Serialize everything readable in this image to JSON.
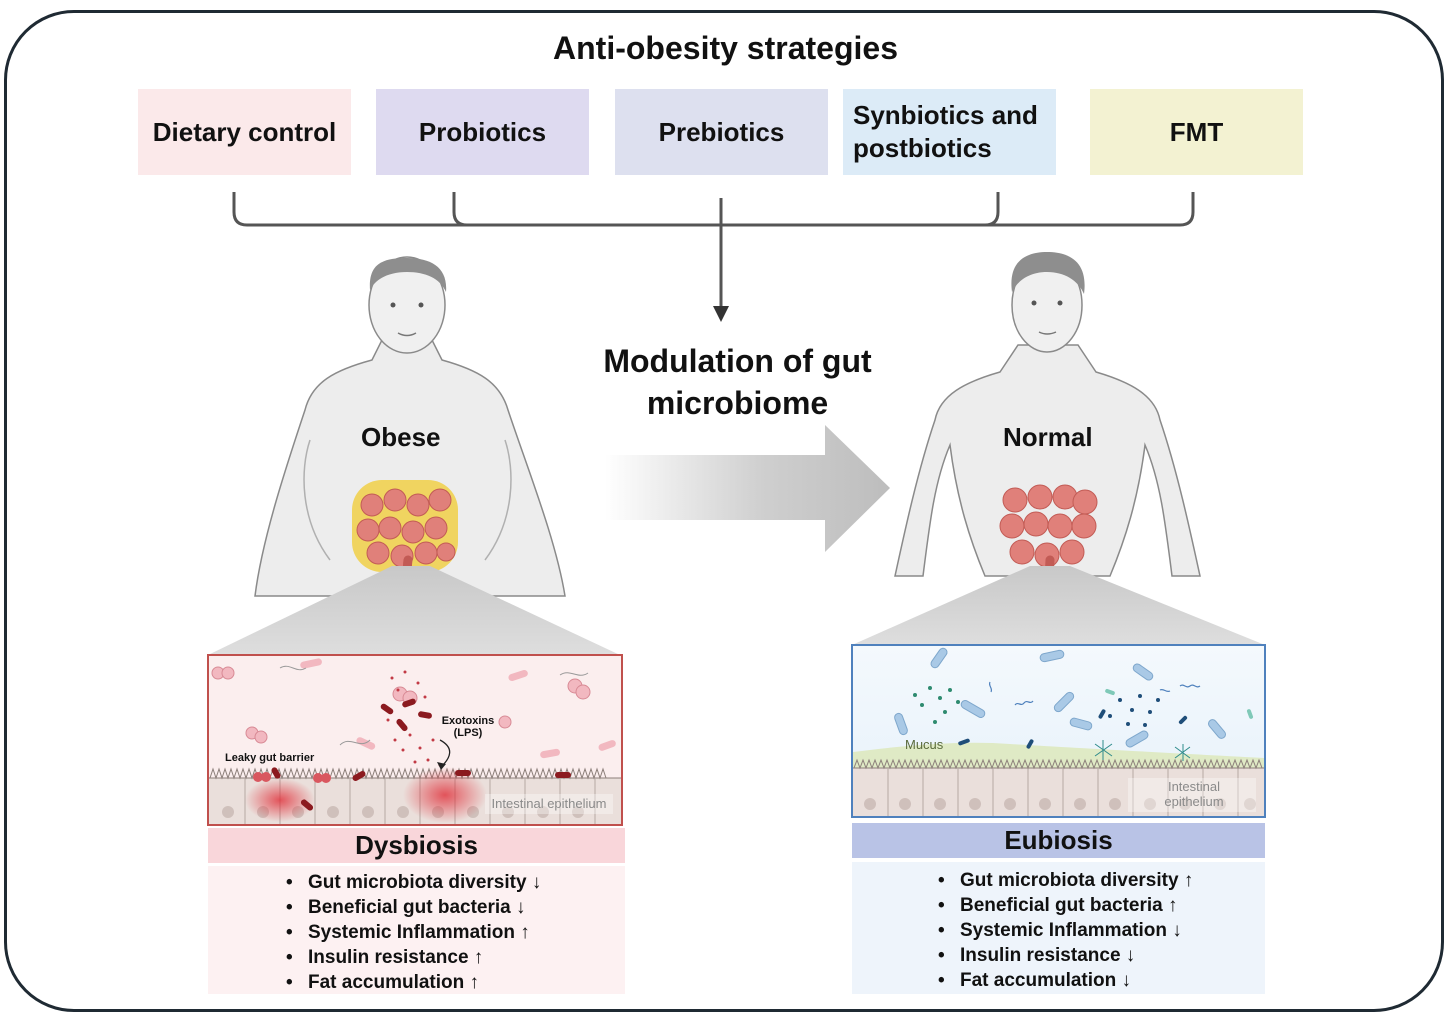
{
  "title": "Anti-obesity strategies",
  "strategies": [
    {
      "label": "Dietary control",
      "color": "#fbe9ea"
    },
    {
      "label": "Probiotics",
      "color": "#dedaf0"
    },
    {
      "label": "Prebiotics",
      "color": "#dde0ef"
    },
    {
      "label": "Synbiotics and postbiotics",
      "color": "#dcebf7"
    },
    {
      "label": "FMT",
      "color": "#f3f2d2"
    }
  ],
  "center_label": "Modulation of gut microbiome",
  "obese": {
    "label": "Obese",
    "inset_labels": {
      "leaky": "Leaky gut barrier",
      "exotoxins": "Exotoxins (LPS)",
      "epithelium": "Intestinal epithelium"
    },
    "state": "Dysbiosis",
    "effects": [
      "Gut microbiota  diversity ↓",
      "Beneficial  gut bacteria ↓",
      "Systemic  Inflammation ↑",
      "Insulin  resistance ↑",
      "Fat accumulation ↑"
    ],
    "colors": {
      "border": "#c0504d",
      "title_bg": "#f9d6da",
      "list_bg": "#fdf1f2"
    }
  },
  "normal": {
    "label": "Normal",
    "inset_labels": {
      "mucus": "Mucus",
      "epithelium": "Intestinal epithelium"
    },
    "state": "Eubiosis",
    "effects": [
      "Gut microbiota  diversity ↑",
      "Beneficial  gut bacteria ↑",
      "Systemic  Inflammation ↓",
      "Insulin  resistance ↓",
      "Fat accumulation ↓"
    ],
    "colors": {
      "border": "#4f81bd",
      "title_bg": "#b9c3e6",
      "list_bg": "#eef4fb"
    }
  }
}
